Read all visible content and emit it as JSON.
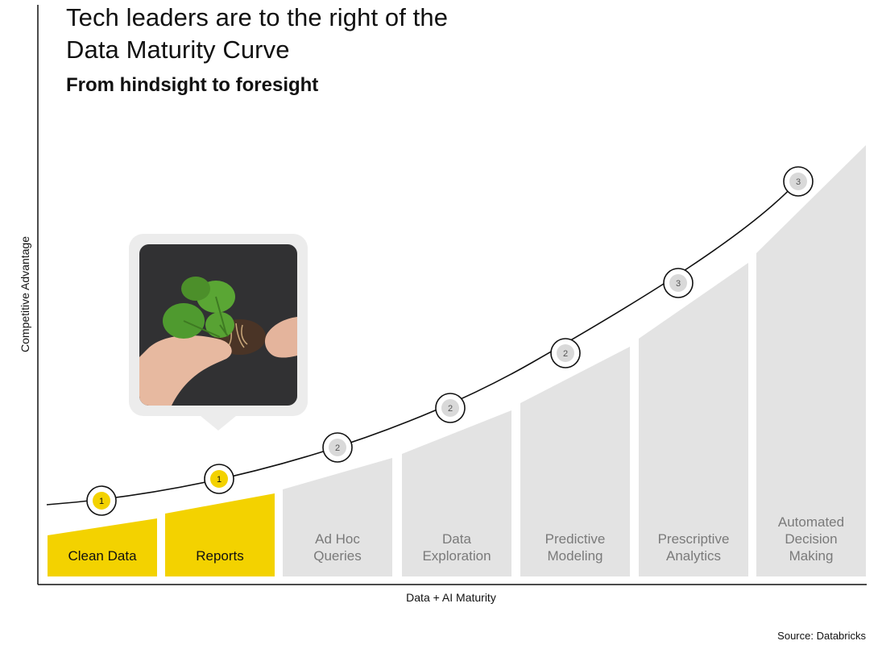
{
  "title": {
    "line1": "Tech leaders are to the right of the",
    "line2": "Data Maturity Curve"
  },
  "subtitle": "From hindsight to foresight",
  "axes": {
    "y_label": "Competitive Advantage",
    "x_label": "Data + AI Maturity"
  },
  "source": "Source: Databricks",
  "colors": {
    "highlight": "#f3d200",
    "stage_inactive": "#e3e3e3",
    "text_inactive": "#7a7a7a",
    "curve": "#111111"
  },
  "stages": [
    {
      "label": "Clean Data",
      "lines": [
        "Clean Data"
      ],
      "level": "1",
      "active": true
    },
    {
      "label": "Reports",
      "lines": [
        "Reports"
      ],
      "level": "1",
      "active": true
    },
    {
      "label": "Ad Hoc Queries",
      "lines": [
        "Ad Hoc",
        "Queries"
      ],
      "level": "2",
      "active": false
    },
    {
      "label": "Data Exploration",
      "lines": [
        "Data",
        "Exploration"
      ],
      "level": "2",
      "active": false
    },
    {
      "label": "Predictive Modeling",
      "lines": [
        "Predictive",
        "Modeling"
      ],
      "level": "2",
      "active": false
    },
    {
      "label": "Prescriptive Analytics",
      "lines": [
        "Prescriptive",
        "Analytics"
      ],
      "level": "3",
      "active": false
    },
    {
      "label": "Automated Decision Making",
      "lines": [
        "Automated",
        "Decision",
        "Making"
      ],
      "level": "3",
      "active": false
    }
  ],
  "image": {
    "icon": "plant-seedling-photo"
  }
}
